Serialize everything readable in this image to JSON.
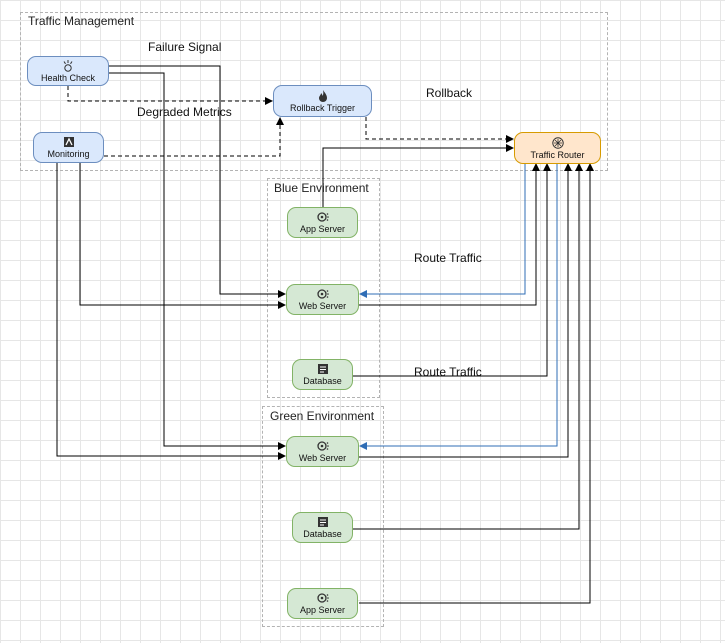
{
  "groups": {
    "traffic": "Traffic Management",
    "blue": "Blue Environment",
    "green": "Green Environment"
  },
  "nodes": {
    "health_check": "Health Check",
    "monitoring": "Monitoring",
    "rollback_trigger": "Rollback Trigger",
    "traffic_router": "Traffic Router",
    "blue_app": "App Server",
    "blue_web": "Web Server",
    "blue_db": "Database",
    "green_web": "Web Server",
    "green_db": "Database",
    "green_app": "App Server"
  },
  "edge_labels": {
    "failure_signal": "Failure Signal",
    "degraded_metrics": "Degraded Metrics",
    "rollback": "Rollback",
    "route_traffic_1": "Route Traffic",
    "route_traffic_2": "Route Traffic"
  },
  "icons": {
    "health_check": "helm-icon",
    "monitoring": "sentry-icon",
    "rollback_trigger": "flame-icon",
    "traffic_router": "router-icon",
    "app_server": "gear-icon",
    "web_server": "gear-icon",
    "database": "database-icon"
  },
  "colors": {
    "blue_fill": "#dae8fc",
    "blue_stroke": "#6c8ebf",
    "green_fill": "#d5e8d4",
    "green_stroke": "#82b366",
    "orange_fill": "#ffe6cc",
    "orange_stroke": "#d79b00",
    "route_edge": "#2f6db5"
  }
}
